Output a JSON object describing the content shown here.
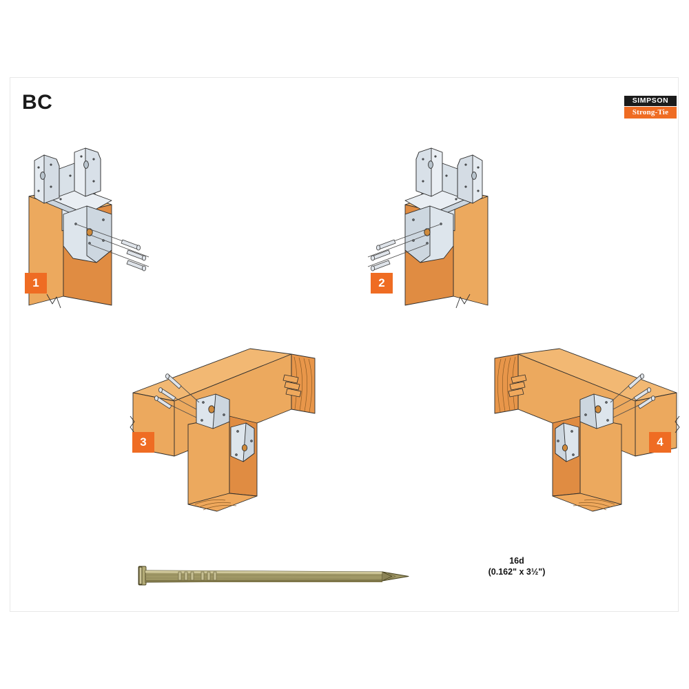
{
  "document": {
    "title": "BC",
    "product_family": "BC",
    "sheet_type": "installation-diagram"
  },
  "logo": {
    "line1": "SIMPSON",
    "line2": "Strong-Tie",
    "top_bar_color": "#1b1b1b",
    "bottom_bar_color": "#ef6c23",
    "text_color": "#ffffff"
  },
  "colors": {
    "badge_orange": "#ef6c23",
    "wood_light": "#f0b166",
    "wood_face": "#eca95e",
    "wood_mid": "#e8964a",
    "wood_dark": "#d9833c",
    "wood_end_grain": "#efa85c",
    "metal_light": "#e7ecf1",
    "metal_mid": "#d4dce4",
    "metal_dark": "#b9c4cd",
    "outline": "#2c2c2c",
    "nail_body": "#a09866",
    "nail_highlight": "#cfc79a",
    "nail_shadow": "#7e7649",
    "frame_border": "#e8e8e8",
    "background": "#ffffff"
  },
  "panels": [
    {
      "number": "1",
      "name": "post-cap-front-right-nailing",
      "description": "BC post cap on square post, nails installed from front-right face",
      "nail_count": 3,
      "badge_position": "bottom-left"
    },
    {
      "number": "2",
      "name": "post-cap-front-left-nailing",
      "description": "BC post cap on square post, nails installed from front-left face",
      "nail_count": 3,
      "badge_position": "bottom-left"
    },
    {
      "number": "3",
      "name": "beam-to-post-left-orientation",
      "description": "BC connector joining horizontal beam to vertical post, nails from left",
      "nail_count": 3,
      "badge_position": "left"
    },
    {
      "number": "4",
      "name": "beam-to-post-right-orientation",
      "description": "BC connector joining horizontal beam to vertical post, nails from right",
      "nail_count": 3,
      "badge_position": "right"
    }
  ],
  "fastener": {
    "name": "16d-common-nail",
    "label": "16d",
    "dimensions": "(0.162\" x 3½\")",
    "diameter": "0.162\"",
    "length": "3½\""
  }
}
